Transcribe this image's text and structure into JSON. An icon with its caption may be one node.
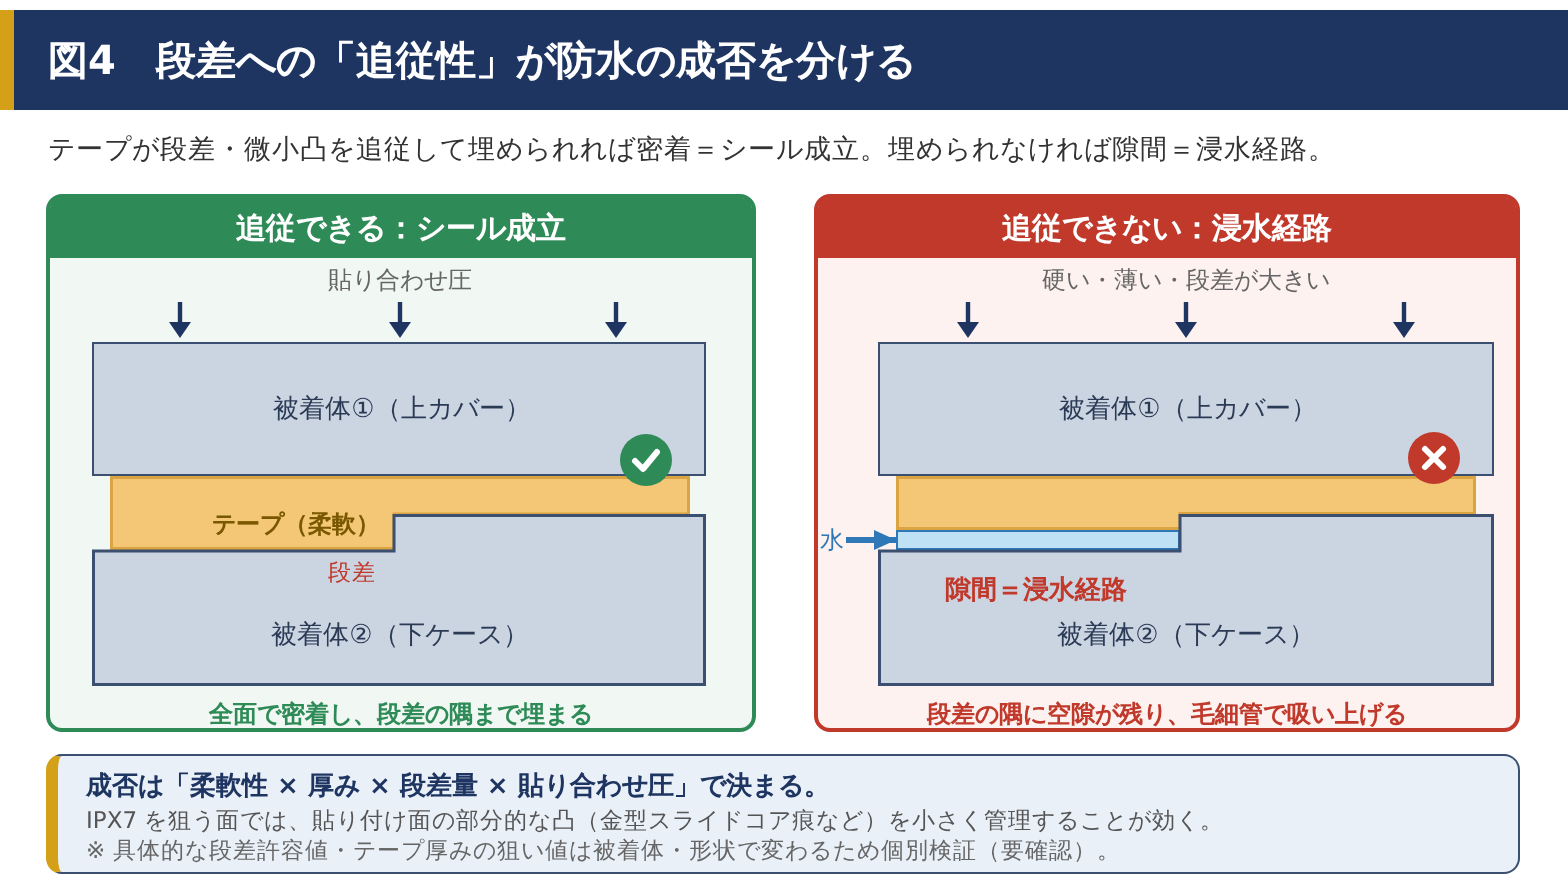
{
  "diagram": {
    "title": "図4　段差への「追従性」が防水の成否を分ける",
    "nodes": [
      {
        "text": [
          "追従できる：シール成立",
          "全面で密着し、段差の隅まで埋まる"
        ]
      },
      {
        "text": [
          "被着体①（上カバー）"
        ],
        "in": 0
      },
      {
        "text": [
          "テープ（柔軟）"
        ],
        "in": 0
      },
      {
        "text": [
          "被着体②（下ケース）"
        ],
        "in": 0
      },
      {
        "text": [
          "追従できない：浸水経路",
          "段差の隅に空隙が残り、毛細管で吸い上げる"
        ]
      },
      {
        "text": [
          "被着体①（上カバー）"
        ],
        "in": 4
      },
      {
        "text": [],
        "shape": "box",
        "in": 4
      },
      {
        "text": [
          "水"
        ],
        "in": 4
      },
      {
        "text": [],
        "shape": "bar",
        "in": 4
      },
      {
        "text": [
          "被着体②（下ケース）"
        ],
        "in": 4
      },
      {
        "text": [
          "成否は「柔軟性 × 厚み × 段差量 × 貼り合わせ圧」で決まる。",
          "IPX7 を狙う面では、貼り付け面の部分的な凸（金型スライドコア痕など）を小さく管理することが効く。",
          "※ 具体的な段差許容値・テープ厚みの狙い値は被着体・形状で変わるため個別検証（要確認）。"
        ]
      }
    ],
    "edges": [
      {
        "from": 7,
        "to": 8,
        "arrow": "to"
      }
    ],
    "labels": [
      "テープが段差・微小凸を追従して埋められれば密着＝シール成立。埋められなければ隙間＝浸水経路。",
      "貼り合わせ圧",
      "段差",
      "硬い・薄い・段差が大きい",
      "隙間＝浸水経路"
    ]
  }
}
